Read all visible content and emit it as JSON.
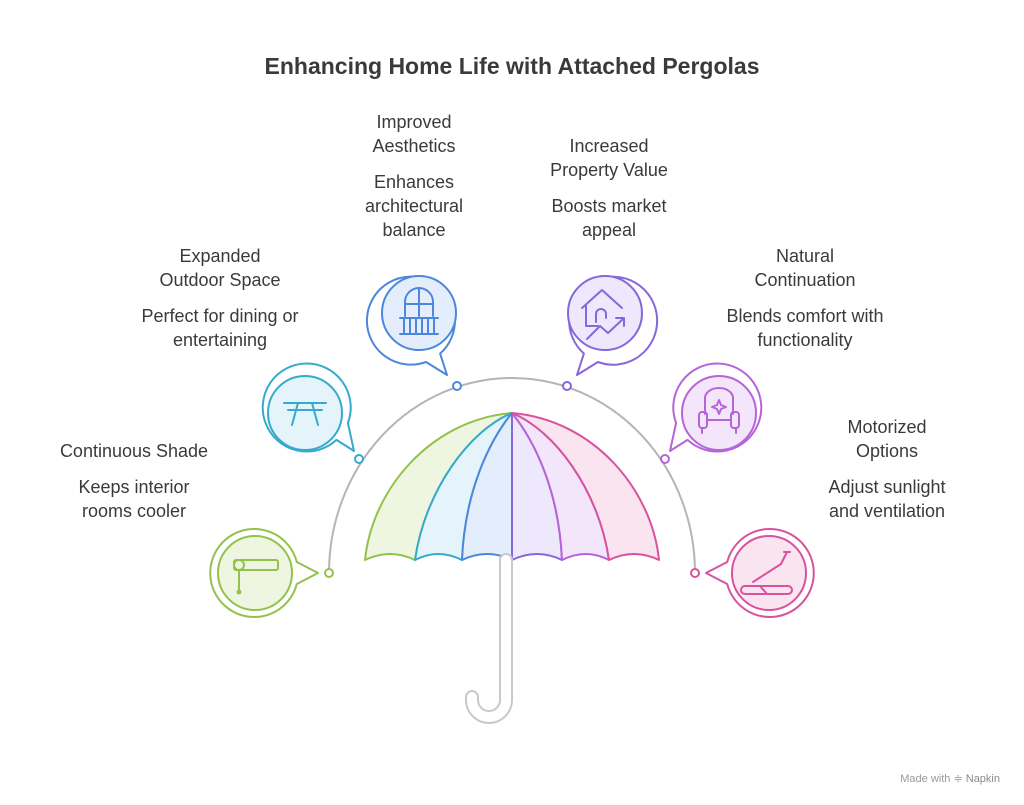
{
  "title": "Enhancing Home Life with Attached Pergolas",
  "benefits": [
    {
      "heading": "Continuous Shade",
      "description": "Keeps interior rooms cooler",
      "color": "#93c24a",
      "fill": "#eef6e1",
      "icon": "retractable-awning-icon"
    },
    {
      "heading": "Expanded Outdoor Space",
      "description": "Perfect for dining or entertaining",
      "color": "#35aacd",
      "fill": "#e4f4fa",
      "icon": "picnic-table-icon"
    },
    {
      "heading": "Improved Aesthetics",
      "description": "Enhances architectural balance",
      "color": "#4d87dc",
      "fill": "#e3edfb",
      "icon": "arched-window-balcony-icon"
    },
    {
      "heading": "Increased Property Value",
      "description": "Boosts market appeal",
      "color": "#8667dc",
      "fill": "#ede8fb",
      "icon": "house-growth-icon"
    },
    {
      "heading": "Natural Continuation",
      "description": "Blends comfort with functionality",
      "color": "#b763d9",
      "fill": "#f4e6fa",
      "icon": "armchair-icon"
    },
    {
      "heading": "Motorized Options",
      "description": "Adjust sunlight and ventilation",
      "color": "#d8529f",
      "fill": "#fae4f0",
      "icon": "motorized-lounger-icon"
    }
  ],
  "umbrella": {
    "handle_color": "#c9c9c9",
    "arc_color": "#b5b5b5"
  },
  "credit": {
    "prefix": "Made with",
    "brand": "Napkin"
  }
}
